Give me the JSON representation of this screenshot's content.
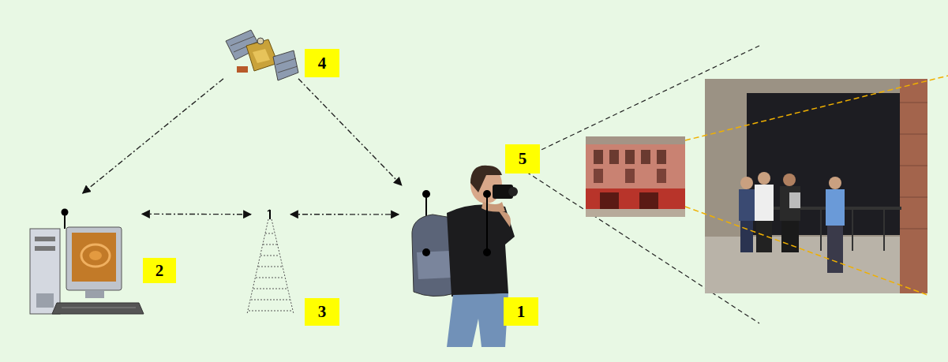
{
  "diagram": {
    "nodes": [
      {
        "text": [
          "4"
        ]
      },
      {
        "text": [
          "2"
        ]
      },
      {
        "text": [
          "3"
        ]
      },
      {
        "text": [
          "1"
        ]
      }
    ],
    "edges": [
      {
        "from": 0,
        "to": 1,
        "arrow": "to"
      },
      {
        "from": 0,
        "to": 3,
        "arrow": "to"
      },
      {
        "from": 1,
        "to": 2,
        "arrow": "both"
      },
      {
        "from": 2,
        "to": 3,
        "arrow": "both"
      }
    ],
    "labels": [
      "5"
    ]
  }
}
